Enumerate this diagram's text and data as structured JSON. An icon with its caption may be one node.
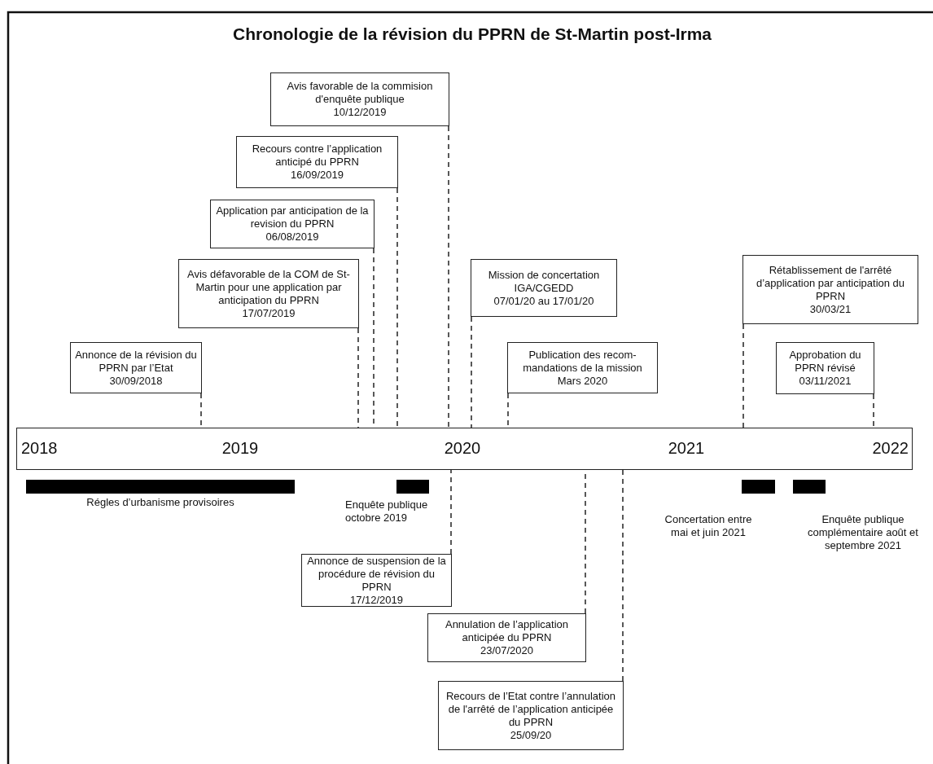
{
  "diagram": {
    "title": "Chronologie de la révision du PPRN de St-Martin post-Irma",
    "nodes": [
      {
        "text": [
          "Avis favorable de la commision d'enquête publique",
          "10/12/2019"
        ]
      },
      {
        "text": [
          "Recours contre l’application anticipé du PPRN",
          "16/09/2019"
        ]
      },
      {
        "text": [
          "Application par anticipation de la revision du PPRN",
          "06/08/2019"
        ]
      },
      {
        "text": [
          "Avis défavorable de la COM de St-Martin pour une application par anticipation du PPRN",
          "17/07/2019"
        ]
      },
      {
        "text": [
          "Mission de concertation IGA/CGEDD",
          "07/01/20 au 17/01/20"
        ]
      },
      {
        "text": [
          "Rétablissement de l'arrêté d’application par anticipation du PPRN",
          "30/03/21"
        ]
      },
      {
        "text": [
          "Annonce de la révision du PPRN par l’Etat",
          "30/09/2018"
        ]
      },
      {
        "text": [
          "Publication des recom-mandations de la mission",
          "Mars 2020"
        ]
      },
      {
        "text": [
          "Approbation du PPRN révisé",
          "03/11/2021"
        ]
      },
      {
        "text": [
          "2018",
          "2019",
          "2020",
          "2021",
          "2022"
        ]
      },
      {
        "text": [],
        "shape": "bar",
        "beside": [
          "Régles d’urbanisme provisoires"
        ]
      },
      {
        "text": [],
        "shape": "bar",
        "beside": [
          "Enquête publique octobre 2019"
        ]
      },
      {
        "text": [],
        "shape": "bar",
        "beside": [
          "Concertation entre mai et juin 2021"
        ]
      },
      {
        "text": [],
        "shape": "bar",
        "beside": [
          "Enquête publique complémentaire août et septembre 2021"
        ]
      },
      {
        "text": [
          "Annonce de suspension de la procédure de révision du PPRN",
          "17/12/2019"
        ]
      },
      {
        "text": [
          "Annulation de l’application anticipée du PPRN",
          "23/07/2020"
        ]
      },
      {
        "text": [
          "Recours de l’Etat contre l’annulation de l'arrêté de l’application anticipée du PPRN",
          "25/09/20"
        ]
      }
    ],
    "edges": [
      {
        "from": 0,
        "to": 9,
        "arrow": "none",
        "style": "dashed"
      },
      {
        "from": 1,
        "to": 9,
        "arrow": "none",
        "style": "dashed"
      },
      {
        "from": 2,
        "to": 9,
        "arrow": "none",
        "style": "dashed"
      },
      {
        "from": 3,
        "to": 9,
        "arrow": "none",
        "style": "dashed"
      },
      {
        "from": 4,
        "to": 9,
        "arrow": "none",
        "style": "dashed"
      },
      {
        "from": 5,
        "to": 9,
        "arrow": "none",
        "style": "dashed"
      },
      {
        "from": 6,
        "to": 9,
        "arrow": "none",
        "style": "dashed"
      },
      {
        "from": 7,
        "to": 9,
        "arrow": "none",
        "style": "dashed"
      },
      {
        "from": 8,
        "to": 9,
        "arrow": "none",
        "style": "dashed"
      },
      {
        "from": 14,
        "to": 9,
        "arrow": "none",
        "style": "dashed"
      },
      {
        "from": 15,
        "to": 9,
        "arrow": "none",
        "style": "dashed"
      },
      {
        "from": 16,
        "to": 9,
        "arrow": "none",
        "style": "dashed"
      }
    ]
  }
}
